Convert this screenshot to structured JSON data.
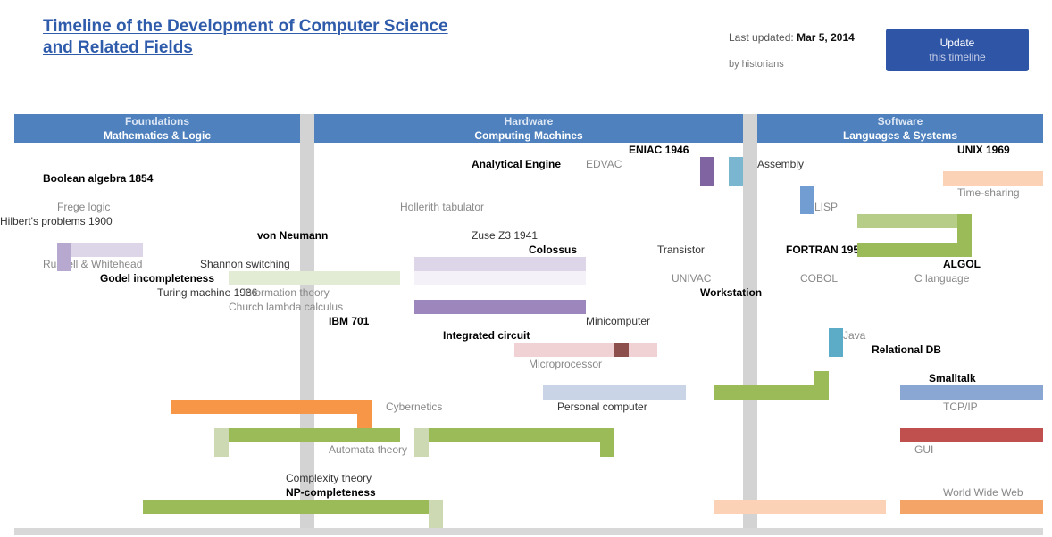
{
  "header": {
    "title_line1": "Timeline of the Development of Computer Science",
    "title_line2": "and Related Fields",
    "updated_label": "Last updated:",
    "updated_date": "Mar 5, 2014",
    "updated_sub": "by historians",
    "button_line1": "Update",
    "button_line2": "this timeline"
  },
  "columns": [
    {
      "label_top": "Foundations",
      "label": "Mathematics & Logic"
    },
    {
      "label_top": "Hardware",
      "label": "Computing Machines"
    },
    {
      "label_top": "Software",
      "label": "Languages & Systems"
    }
  ],
  "left": {
    "items": [
      "Boolean algebra 1854",
      "Frege logic",
      "Hilbert's problems 1900",
      "Russell & Whitehead",
      "Godel incompleteness",
      "Turing machine 1936",
      "Church lambda calculus",
      "Shannon switching",
      "von Neumann",
      "Information theory",
      "Cybernetics",
      "Automata theory",
      "Complexity theory",
      "NP-completeness"
    ]
  },
  "middle": {
    "items": [
      "Analytical Engine",
      "Hollerith tabulator",
      "Zuse Z3 1941",
      "Colossus",
      "ENIAC 1946",
      "EDVAC",
      "Transistor",
      "UNIVAC",
      "IBM 701",
      "Integrated circuit",
      "Minicomputer",
      "Microprocessor",
      "Personal computer",
      "Workstation"
    ]
  },
  "right": {
    "items": [
      "Assembly",
      "FORTRAN 1957",
      "LISP",
      "COBOL",
      "ALGOL",
      "Time-sharing",
      "UNIX 1969",
      "C language",
      "Relational DB",
      "Smalltalk",
      "TCP/IP",
      "GUI",
      "World Wide Web",
      "Java"
    ]
  },
  "colors": {
    "header_bar": "#4e81be",
    "title": "#2f5bab",
    "button": "#2f56a6",
    "green": "#9bbb59",
    "orange": "#f79646",
    "purple": "#9c86bb",
    "red": "#c0504d",
    "blue": "#8aa6d2"
  }
}
